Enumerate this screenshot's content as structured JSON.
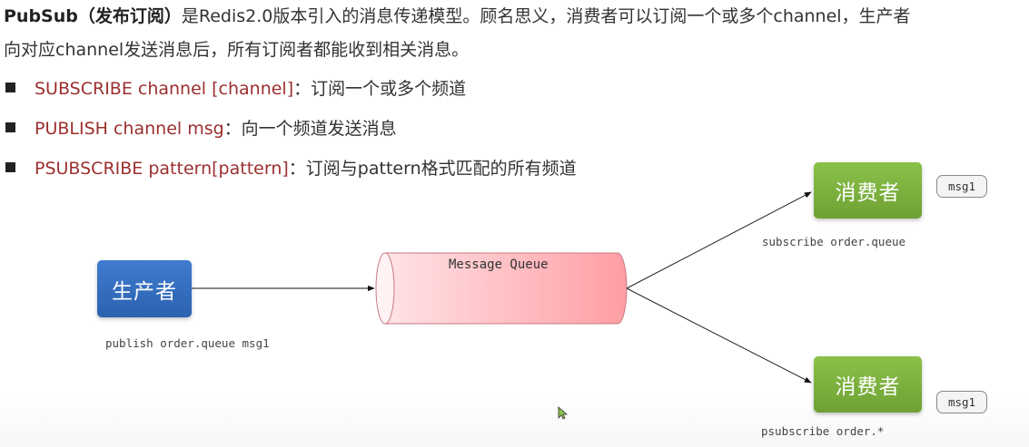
{
  "intro": {
    "title_bold": "PubSub（发布订阅）",
    "line1_rest": "是Redis2.0版本引入的消息传递模型。顾名思义，消费者可以订阅一个或多个channel，生产者",
    "line2": "向对应channel发送消息后，所有订阅者都能收到相关消息。"
  },
  "bullets": [
    {
      "cmd": "SUBSCRIBE channel [channel]",
      "desc": "：订阅一个或多个频道"
    },
    {
      "cmd": "PUBLISH channel msg",
      "desc": "：向一个频道发送消息"
    },
    {
      "cmd": "PSUBSCRIBE pattern[pattern]",
      "desc": "：订阅与pattern格式匹配的所有频道"
    }
  ],
  "diagram": {
    "producer": {
      "label": "生产者",
      "command": "publish order.queue msg1",
      "color": "#2c62b0"
    },
    "queue": {
      "label": "Message Queue",
      "color": "#ffb3b8"
    },
    "consumers": [
      {
        "label": "消费者",
        "command": "subscribe order.queue",
        "message": "msg1",
        "color": "#7cb13d"
      },
      {
        "label": "消费者",
        "command": "psubscribe order.*",
        "message": "msg1",
        "color": "#7cb13d"
      }
    ]
  },
  "colors": {
    "command_text": "#9b2f2f",
    "body_text": "#333333"
  }
}
